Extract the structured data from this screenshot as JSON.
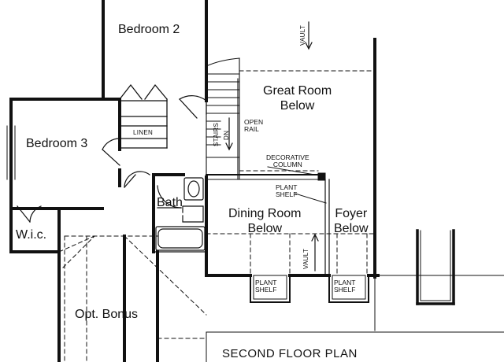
{
  "plan": {
    "title": "SECOND FLOOR PLAN",
    "rooms": {
      "bedroom2": "Bedroom 2",
      "bedroom3": "Bedroom 3",
      "great_room_line1": "Great Room",
      "great_room_line2": "Below",
      "dining_line1": "Dining Room",
      "dining_line2": "Below",
      "foyer_line1": "Foyer",
      "foyer_line2": "Below",
      "bath": "Bath",
      "wic": "W.i.c.",
      "bonus": "Opt. Bonus",
      "linen": "LINEN"
    },
    "labels": {
      "vault_top": "VAULT",
      "vault_mid": "VAULT",
      "stairs": "STAIRS",
      "dn": "DN",
      "open_line1": "OPEN",
      "open_line2": "RAIL",
      "deco_line1": "DECORATIVE",
      "deco_line2": "COLUMN",
      "plant_shelf_line1": "PLANT",
      "plant_shelf_line2": "SHELF",
      "plant1_line1": "PLANT",
      "plant1_line2": "SHELF",
      "plant2_line1": "PLANT",
      "plant2_line2": "SHELF"
    }
  }
}
